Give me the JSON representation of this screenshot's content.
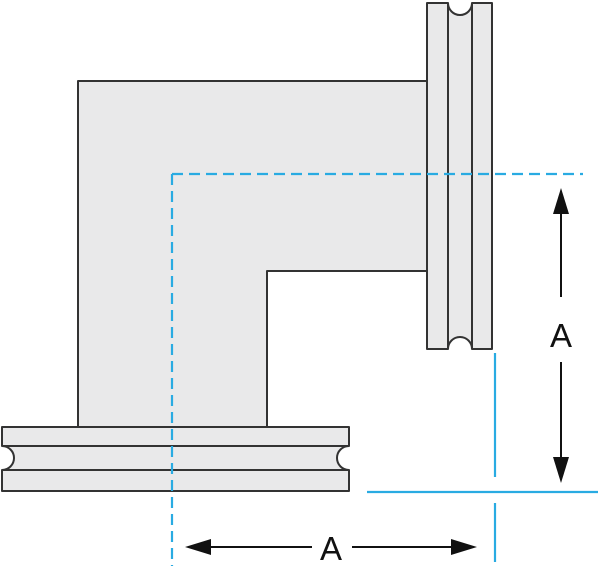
{
  "diagram": {
    "type": "technical-line-drawing",
    "subject": "flanged elbow fitting, side section view with centerlines",
    "dimensions": {
      "vertical": {
        "label": "A"
      },
      "horizontal": {
        "label": "A"
      }
    },
    "colors": {
      "background": "#ffffff",
      "part_fill": "#e9e9ea",
      "part_outline": "#333333",
      "centerline_blue": "#29abe2",
      "dimension_ink": "#111111"
    }
  }
}
